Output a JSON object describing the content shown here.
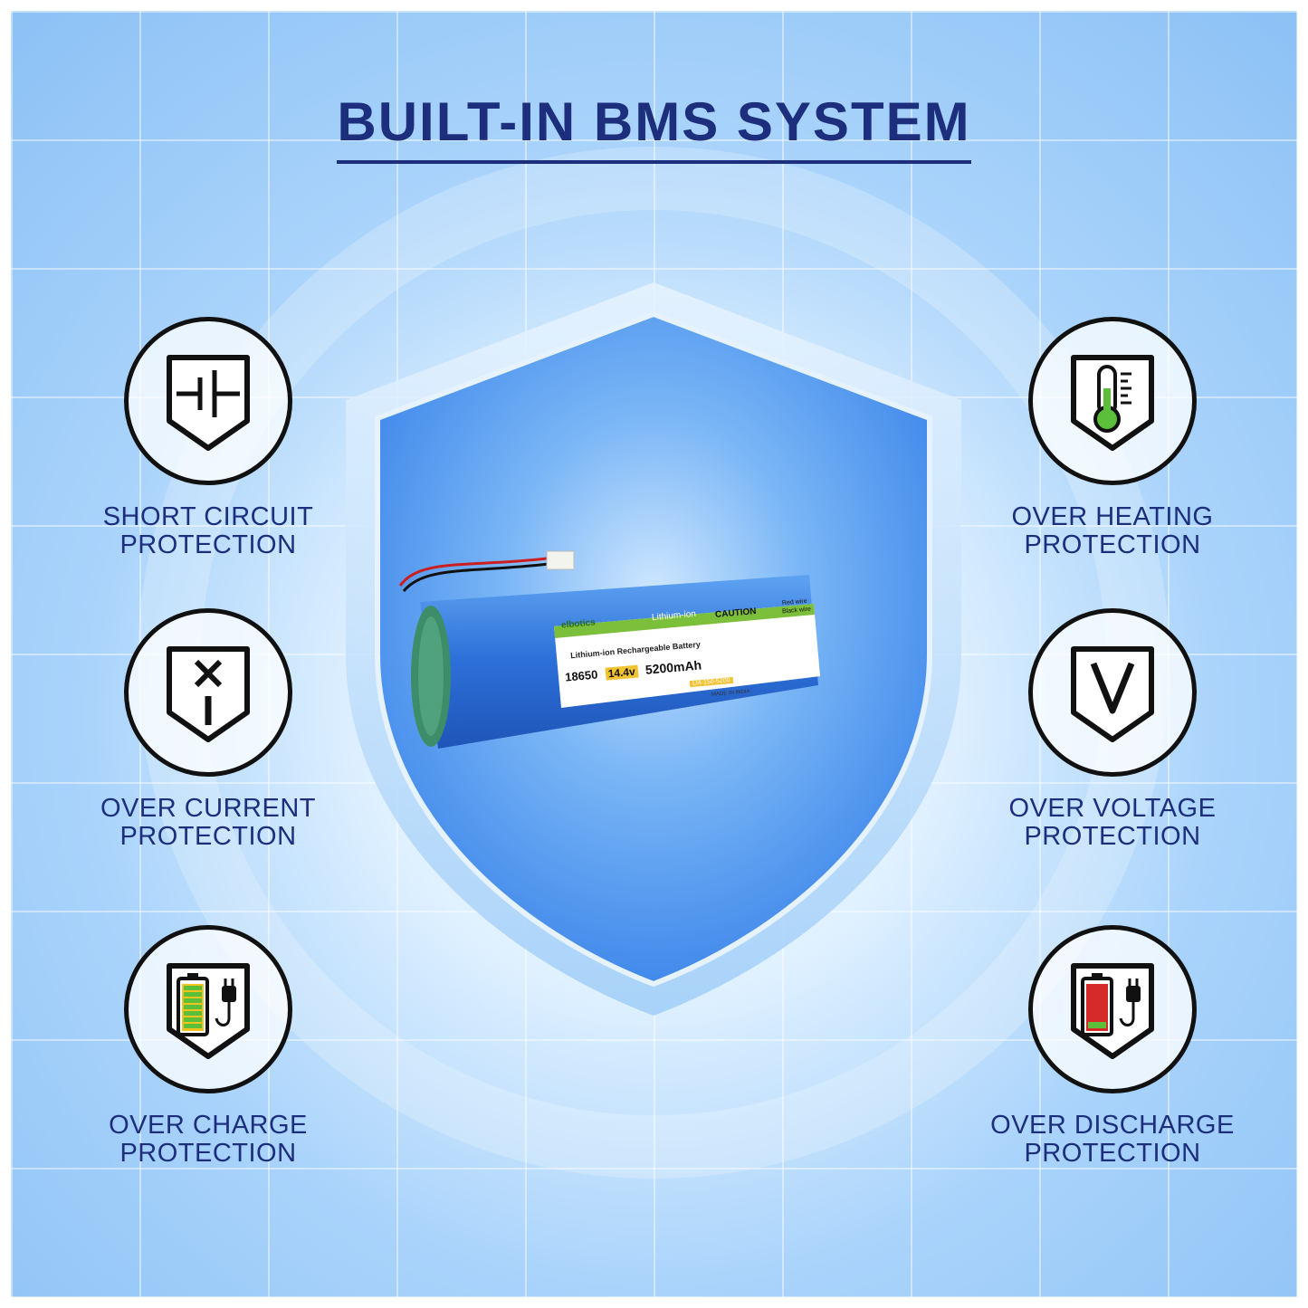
{
  "title": "BUILT-IN BMS SYSTEM",
  "features": [
    {
      "line1": "SHORT CIRCUIT",
      "line2": "PROTECTION",
      "icon": "short-circuit-icon"
    },
    {
      "line1": "OVER HEATING",
      "line2": "PROTECTION",
      "icon": "thermometer-icon"
    },
    {
      "line1": "OVER CURRENT",
      "line2": "PROTECTION",
      "icon": "current-icon"
    },
    {
      "line1": "OVER VOLTAGE",
      "line2": "PROTECTION",
      "icon": "voltage-icon"
    },
    {
      "line1": "OVER CHARGE",
      "line2": "PROTECTION",
      "icon": "full-battery-plug-icon"
    },
    {
      "line1": "OVER DISCHARGE",
      "line2": "PROTECTION",
      "icon": "low-battery-plug-icon"
    }
  ],
  "battery_label": {
    "brand": "elbotics",
    "chemistry": "Lithium-ion",
    "caution": "CAUTION",
    "wire1": "Red wire",
    "wire2": "Black wire",
    "type": "Lithium-ion Rechargeable Battery",
    "model": "18650",
    "voltage": "14.4v",
    "capacity": "5200mAh",
    "code": "LI4-150-5200",
    "made_in": "MADE IN INDIA"
  },
  "colors": {
    "title": "#1c2e7c",
    "battery": "#2d6fd8",
    "shield": "#4f95ee"
  }
}
